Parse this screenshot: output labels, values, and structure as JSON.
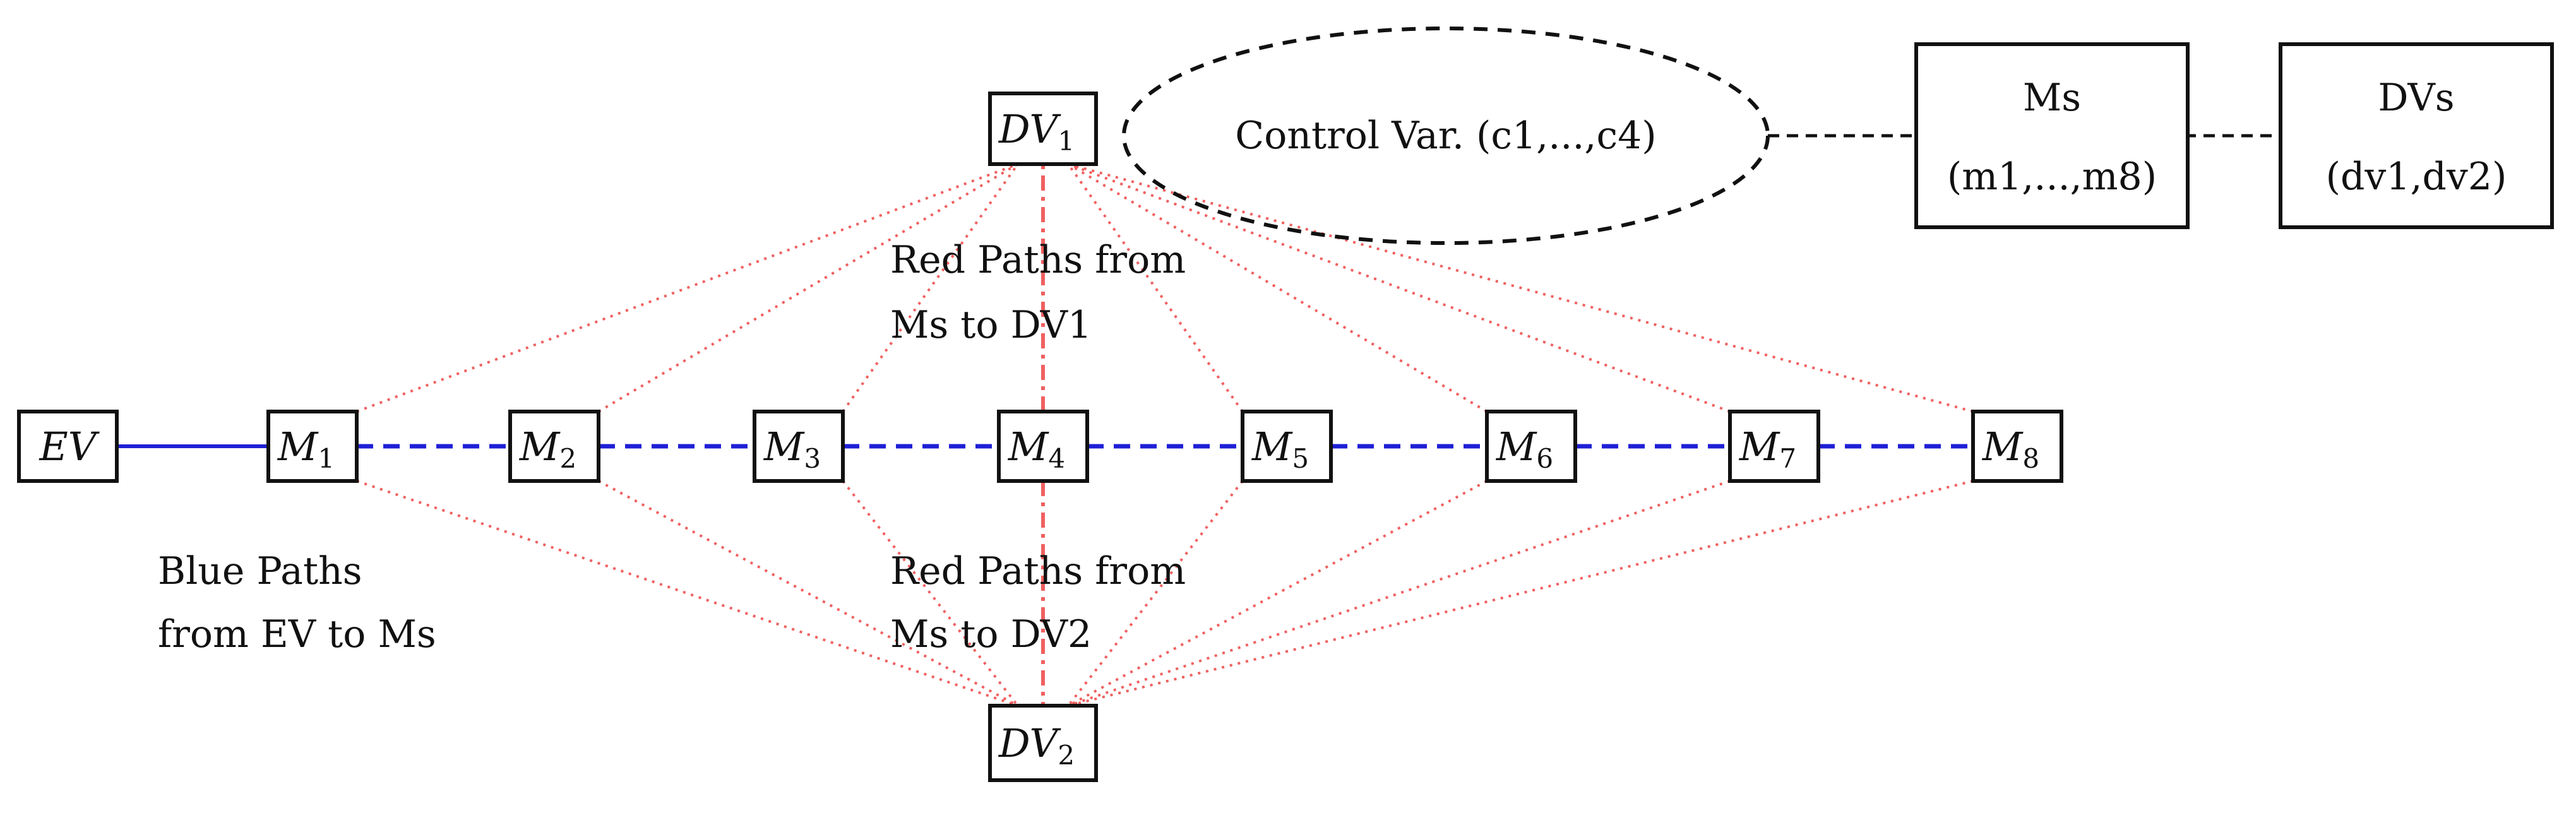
{
  "diagram": {
    "nodes": [
      {
        "id": "EV",
        "label": "EV",
        "sub": ""
      },
      {
        "id": "M1",
        "label": "M",
        "sub": "1"
      },
      {
        "id": "M2",
        "label": "M",
        "sub": "2"
      },
      {
        "id": "M3",
        "label": "M",
        "sub": "3"
      },
      {
        "id": "M4",
        "label": "M",
        "sub": "4"
      },
      {
        "id": "M5",
        "label": "M",
        "sub": "5"
      },
      {
        "id": "M6",
        "label": "M",
        "sub": "6"
      },
      {
        "id": "M7",
        "label": "M",
        "sub": "7"
      },
      {
        "id": "M8",
        "label": "M",
        "sub": "8"
      },
      {
        "id": "DV1",
        "label": "DV",
        "sub": "1"
      },
      {
        "id": "DV2",
        "label": "DV",
        "sub": "2"
      }
    ],
    "control_var_label": "Control Var. (c1,...,c4)",
    "ms_box": {
      "title": "Ms",
      "content": "(m1,...,m8)"
    },
    "dvs_box": {
      "title": "DVs",
      "content": "(dv1,dv2)"
    },
    "annotations": {
      "red_top_line1": "Red Paths from",
      "red_top_line2": "Ms to DV1",
      "red_bottom_line1": "Red Paths from",
      "red_bottom_line2": "Ms to DV2",
      "blue_line1": "Blue Paths",
      "blue_line2": "from EV to Ms"
    },
    "colors": {
      "blue": "#1f1fd6",
      "red": "#f06060",
      "black": "#111111"
    }
  }
}
